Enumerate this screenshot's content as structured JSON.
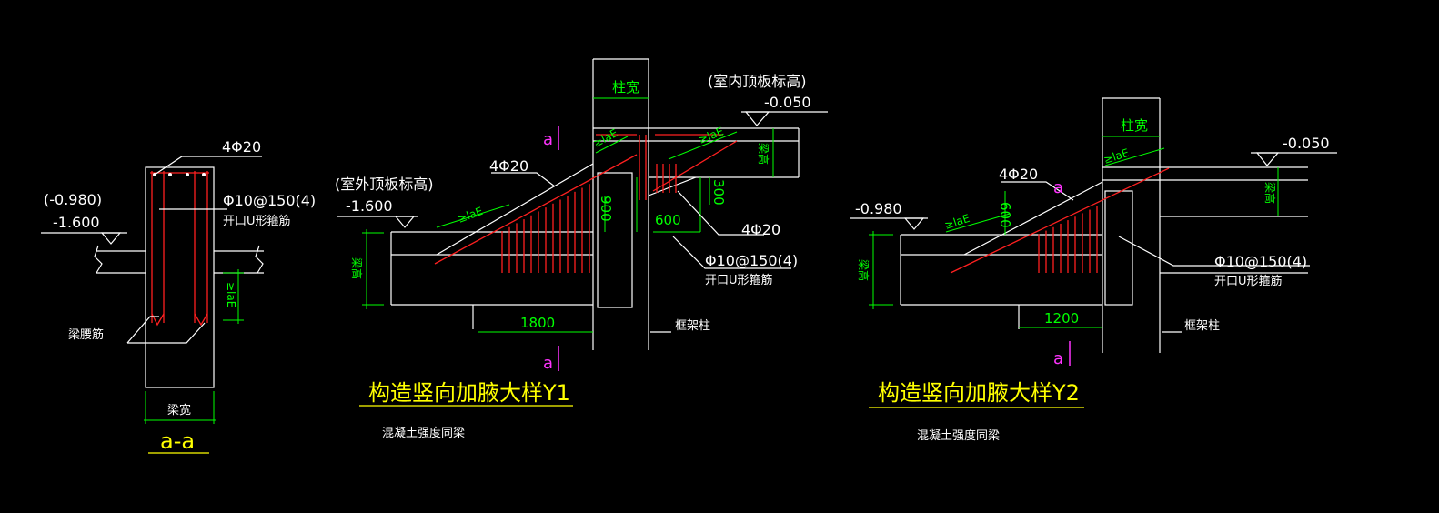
{
  "section": {
    "bar_label": "4Φ20",
    "elev_bracket": "(-0.980)",
    "elev": "-1.600",
    "stirrup_spec": "Φ10@150(4)",
    "stirrup_type": "开口U形箍筋",
    "anchor": "≥laE",
    "side_bar": "梁腰筋",
    "width_label": "梁宽",
    "title": "a-a"
  },
  "y1": {
    "col_width": "柱宽",
    "roof_note": "(室内顶板标高)",
    "roof_elev": "-0.050",
    "out_note": "(室外顶板标高)",
    "out_elev": "-1.600",
    "bar_left": "4Φ20",
    "bar_right": "4Φ20",
    "anchor1": "≥laE",
    "anchor2": "≥laE",
    "anchor3": "≥laE",
    "beam_h1": "梁高",
    "beam_h2": "梁高",
    "dim_900": "900",
    "dim_300": "300",
    "dim_600": "600",
    "dim_1800": "1800",
    "stirrup_spec": "Φ10@150(4)",
    "stirrup_type": "开口U形箍筋",
    "frame_col": "框架柱",
    "sec_mark_top": "a",
    "sec_mark_bot": "a",
    "title": "构造竖向加腋大样Y1",
    "note": "混凝土强度同梁"
  },
  "y2": {
    "col_width": "柱宽",
    "roof_elev": "-0.050",
    "left_elev": "-0.980",
    "bar_label": "4Φ20",
    "anchor1": "≥laE",
    "anchor2": "≥laE",
    "beam_h1": "梁高",
    "beam_h2": "梁高",
    "dim_600": "600",
    "dim_1200": "1200",
    "stirrup_spec": "Φ10@150(4)",
    "stirrup_type": "开口U形箍筋",
    "frame_col": "框架柱",
    "sec_mark_top": "a",
    "sec_mark_bot": "a",
    "title": "构造竖向加腋大样Y2",
    "note": "混凝土强度同梁"
  },
  "colors": {
    "bg": "#000000",
    "line": "#ffffff",
    "rebar": "#ff2020",
    "dim": "#00ff00",
    "title": "#ffff00",
    "mark": "#ff33ff"
  }
}
